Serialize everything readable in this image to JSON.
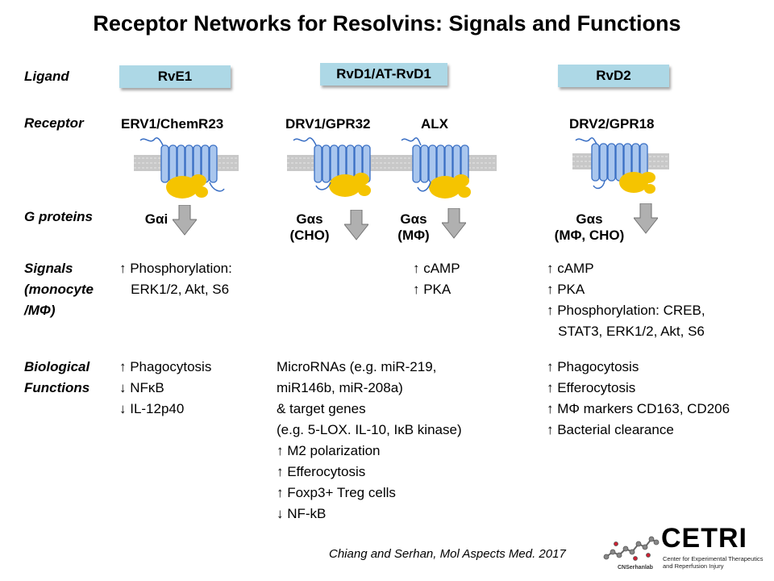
{
  "title": "Receptor Networks for Resolvins: Signals and Functions",
  "row_labels": {
    "ligand": "Ligand",
    "receptor": "Receptor",
    "g_proteins": "G proteins",
    "signals": [
      "Signals",
      "(monocyte",
      "/MΦ)"
    ],
    "functions": [
      "Biological",
      "Functions"
    ]
  },
  "ligands": [
    "RvE1",
    "RvD1/AT-RvD1",
    "RvD2"
  ],
  "receptors": [
    "ERV1/ChemR23",
    "DRV1/GPR32",
    "ALX",
    "DRV2/GPR18"
  ],
  "g_proteins": [
    {
      "main": "Gαi",
      "sub": ""
    },
    {
      "main": "Gαs",
      "sub": "(CHO)"
    },
    {
      "main": "Gαs",
      "sub": "(MΦ)"
    },
    {
      "main": "Gαs",
      "sub": "(MΦ, CHO)"
    }
  ],
  "signals": {
    "rve1": [
      "↑ Phosphorylation:",
      "   ERK1/2, Akt, S6"
    ],
    "alx": [
      "↑ cAMP",
      "↑ PKA"
    ],
    "rvd2": [
      "↑ cAMP",
      "↑ PKA",
      "↑ Phosphorylation: CREB,",
      "   STAT3, ERK1/2, Akt, S6"
    ]
  },
  "functions": {
    "rve1": [
      "↑ Phagocytosis",
      "↓ NFκB",
      "↓ IL-12p40"
    ],
    "rvd1": [
      "MicroRNAs (e.g. miR-219,",
      "miR146b, miR-208a)",
      "& target genes",
      "(e.g. 5-LOX. IL-10, IκB kinase)",
      "↑ M2 polarization",
      "↑ Efferocytosis",
      "↑ Foxp3+ Treg cells",
      "↓ NF-kB"
    ],
    "rvd2": [
      "↑ Phagocytosis",
      "↑ Efferocytosis",
      "↑ MΦ markers CD163, CD206",
      "↑ Bacterial clearance"
    ]
  },
  "citation": "Chiang and Serhan, Mol Aspects Med. 2017",
  "logo": {
    "name": "CETRI",
    "subtitle": [
      "Center for Experimental Therapeutics",
      "and Reperfusion Injury"
    ],
    "lab": "CNSerhanlab"
  },
  "colors": {
    "ligand_box": "#add8e6",
    "receptor_blue": "#5b8fd6",
    "g_protein_yellow": "#f5c400",
    "membrane_gray": "#c8c8c8",
    "arrow_gray": "#b0b0b0"
  }
}
